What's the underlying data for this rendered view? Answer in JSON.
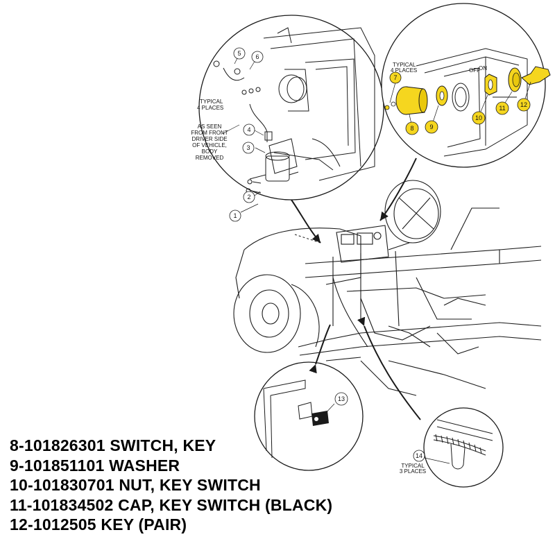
{
  "colors": {
    "line": "#1a1a1a",
    "highlight": "#f5d61f",
    "background": "#ffffff"
  },
  "callouts": {
    "n1": "1",
    "n2": "2",
    "n3": "3",
    "n4": "4",
    "n5": "5",
    "n6": "6",
    "n7": "7",
    "n8": "8",
    "n9": "9",
    "n10": "10",
    "n11": "11",
    "n12": "12",
    "n13": "13",
    "n14": "14"
  },
  "notes": {
    "typical_4_left": [
      "TYPICAL",
      "4 PLACES"
    ],
    "as_seen": [
      "AS SEEN",
      "FROM FRONT",
      "DRIVER SIDE",
      "OF VEHICLE,",
      "BODY",
      "REMOVED"
    ],
    "typical_4_right": [
      "TYPICAL",
      "4 PLACES"
    ],
    "typical_3": [
      "TYPICAL",
      "3 PLACES"
    ],
    "off_label": "OFF",
    "on_label": "ON"
  },
  "parts_list": [
    "8-101826301 SWITCH, KEY",
    "9-101851101 WASHER",
    "10-101830701 NUT, KEY SWITCH",
    "11-101834502 CAP, KEY SWITCH (BLACK)",
    "12-1012505 KEY (PAIR)"
  ]
}
